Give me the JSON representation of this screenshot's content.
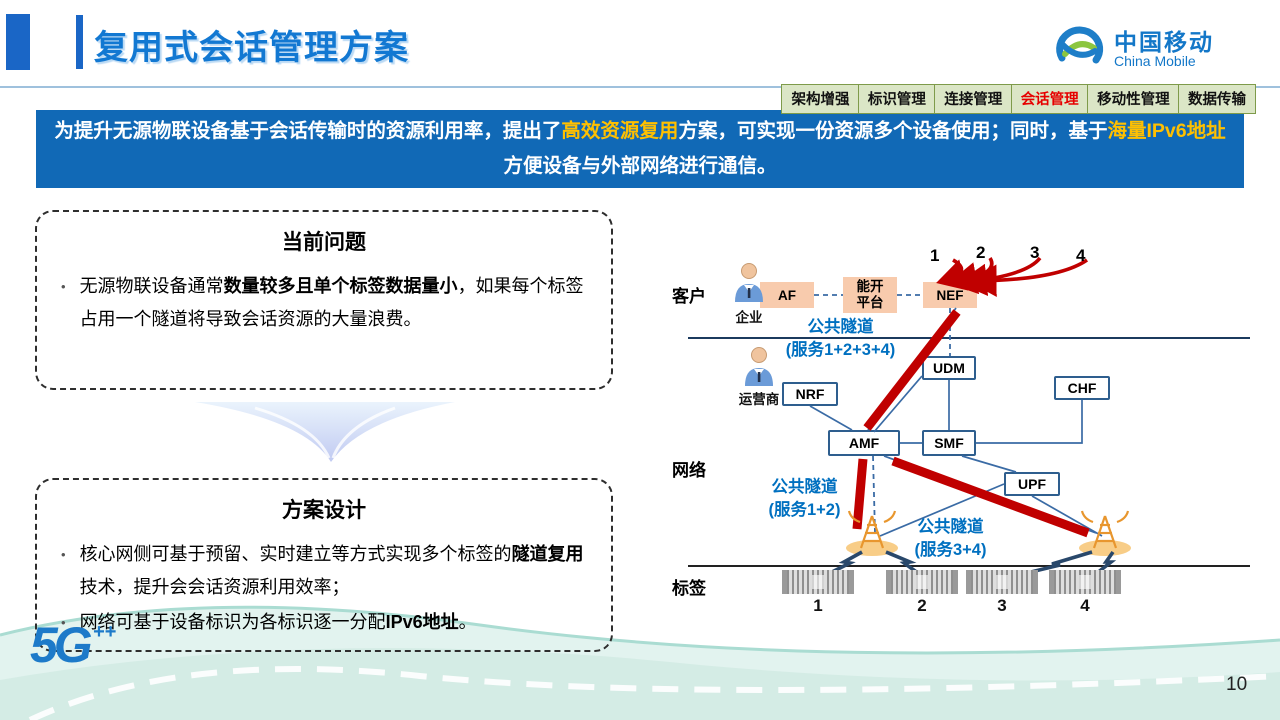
{
  "header": {
    "title": "复用式会话管理方案",
    "logo": {
      "zh": "中国移动",
      "en": "China Mobile"
    },
    "tabs": [
      "架构增强",
      "标识管理",
      "连接管理",
      "会话管理",
      "移动性管理",
      "数据传输"
    ],
    "active_tab": "会话管理"
  },
  "banner": {
    "seg1": "为提升无源物联设备基于会话传输时的资源利用率，提出了",
    "hl1": "高效资源复用",
    "seg2": "方案，可实现一份资源多个设备使用；同时，基于",
    "hl2": "海量IPv6地址",
    "seg3": "方便设备与外部网络进行通信。"
  },
  "problem_box": {
    "title": "当前问题",
    "bullet_pre": "无源物联设备通常",
    "bullet_bold": "数量较多且单个标签数据量小",
    "bullet_post": "，如果每个标签占用一个隧道将导致会话资源的大量浪费。"
  },
  "design_box": {
    "title": "方案设计",
    "b1_pre": "核心网侧可基于预留、实时建立等方式实现多个标签的",
    "b1_bold": "隧道复用",
    "b1_post": "技术，提升会会话资源利用效率；",
    "b2_pre": "网络可基于设备标识为各标识逐一分配",
    "b2_bold": "IPv6地址",
    "b2_post": "。"
  },
  "diagram": {
    "row_labels": {
      "customer": "客户",
      "network": "网络",
      "tags": "标签"
    },
    "actors": {
      "enterprise": "企业",
      "operator": "运营商"
    },
    "nodes": {
      "af": "AF",
      "open_platform_l1": "能开",
      "open_platform_l2": "平台",
      "nef": "NEF",
      "udm": "UDM",
      "nrf": "NRF",
      "chf": "CHF",
      "amf": "AMF",
      "smf": "SMF",
      "upf": "UPF"
    },
    "tunnel_top": {
      "l1": "公共隧道",
      "l2": "(服务1+2+3+4)"
    },
    "tunnel_left": {
      "l1": "公共隧道",
      "l2": "(服务1+2)"
    },
    "tunnel_right": {
      "l1": "公共隧道",
      "l2": "(服务3+4)"
    },
    "service_numbers": [
      "1",
      "2",
      "3",
      "4"
    ],
    "tag_numbers": [
      "1",
      "2",
      "3",
      "4"
    ]
  },
  "icons": {
    "logo": "china-mobile-swirl",
    "person": "business-person",
    "antenna": "base-station-antenna",
    "tag": "rfid-tag",
    "bolt": "lightning-bolt"
  },
  "misc": {
    "bullet_char": "•"
  },
  "footer": {
    "logo_5g": "5G",
    "logo_5g_sup": "++",
    "page_number": "10"
  },
  "colors": {
    "accent_blue": "#1a66c6",
    "title_blue": "#1278d2",
    "banner_bg": "#1169b6",
    "highlight_yellow": "#ffc000",
    "active_tab_red": "#e60000",
    "tab_green": "#dbe6c6",
    "tunnel_blue": "#0070c0",
    "line_blue": "#3a6ba5",
    "red_line": "#c00000",
    "node_orange": "#f8cbad",
    "node_border": "#2e5e8e"
  }
}
